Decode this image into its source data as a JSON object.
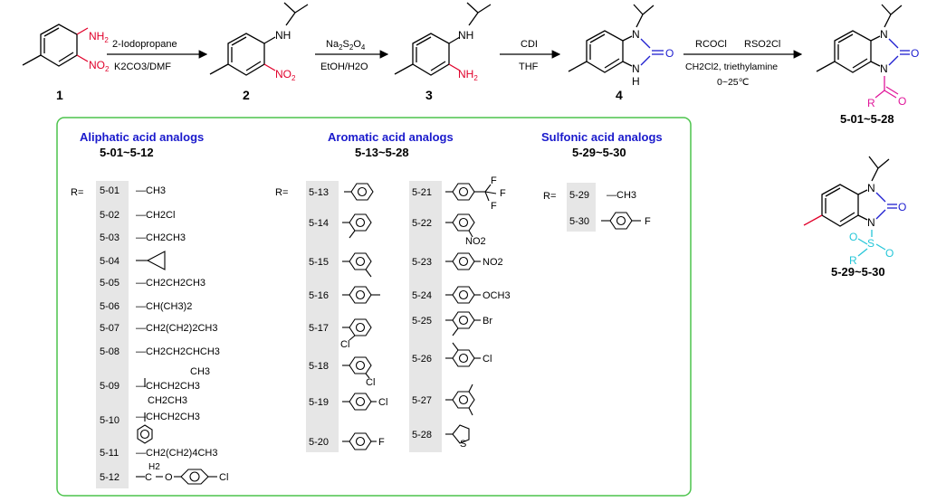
{
  "scheme": {
    "compounds": {
      "c1": "1",
      "c2": "2",
      "c3": "3",
      "c4": "4",
      "c5": "5-01~5-28",
      "c6": "5-29~5-30"
    },
    "atoms": {
      "nh2": "NH",
      "nh2_sub": "2",
      "no2": "NO",
      "no2_sub": "2",
      "nh": "NH",
      "n": "N",
      "h": "H",
      "o": "O",
      "r": "R",
      "s": "S"
    },
    "reagents": {
      "step1_top": "2-Iodopropane",
      "step1_bottom": "K2CO3/DMF",
      "step2_top_a": "Na",
      "step2_top_b": "2",
      "step2_top_c": "S",
      "step2_top_d": "2",
      "step2_top_e": "O",
      "step2_top_f": "4",
      "step2_bottom": "EtOH/H2O",
      "step3_top": "CDI",
      "step3_bottom": "THF",
      "step4_top_a": "RCOCl",
      "step4_top_b": "RSO2Cl",
      "step4_mid": "CH2Cl2, triethylamine",
      "step4_bottom": "0~25℃"
    }
  },
  "panel": {
    "aliphatic": {
      "title": "Aliphatic acid analogs",
      "range": "5-01~5-12",
      "r_label": "R=",
      "items": [
        {
          "id": "5-01",
          "group": "—CH3"
        },
        {
          "id": "5-02",
          "group": "—CH2Cl"
        },
        {
          "id": "5-03",
          "group": "—CH2CH3"
        },
        {
          "id": "5-04",
          "group": "cyclopropyl"
        },
        {
          "id": "5-05",
          "group": "—CH2CH2CH3"
        },
        {
          "id": "5-06",
          "group": "—CH(CH3)2"
        },
        {
          "id": "5-07",
          "group": "—CH2(CH2)2CH3"
        },
        {
          "id": "5-08",
          "group": "—CH2CH2CHCH3",
          "extra": "CH3"
        },
        {
          "id": "5-09",
          "group": "—CHCH2CH3",
          "extra": "CH2CH3"
        },
        {
          "id": "5-10",
          "group": "—CHCH2CH3",
          "extra": "phenyl"
        },
        {
          "id": "5-11",
          "group": "—CH2(CH2)4CH3"
        },
        {
          "id": "5-12",
          "group_a": "H2",
          "group_b": "C",
          "group_c": "O",
          "group_d": "Cl"
        }
      ]
    },
    "aromatic": {
      "title": "Aromatic acid analogs",
      "range": "5-13~5-28",
      "r_label": "R=",
      "left_items": [
        {
          "id": "5-13",
          "sub": ""
        },
        {
          "id": "5-14",
          "sub": ""
        },
        {
          "id": "5-15",
          "sub": ""
        },
        {
          "id": "5-16",
          "sub": ""
        },
        {
          "id": "5-17",
          "sub": "Cl"
        },
        {
          "id": "5-18",
          "sub": "Cl"
        },
        {
          "id": "5-19",
          "sub": "Cl"
        },
        {
          "id": "5-20",
          "sub": "F"
        }
      ],
      "right_items": [
        {
          "id": "5-21",
          "sub": "F"
        },
        {
          "id": "5-22",
          "sub": "NO2"
        },
        {
          "id": "5-23",
          "sub": "NO2"
        },
        {
          "id": "5-24",
          "sub": "OCH3"
        },
        {
          "id": "5-25",
          "sub": "Br"
        },
        {
          "id": "5-26",
          "sub": "Cl"
        },
        {
          "id": "5-27",
          "sub": ""
        },
        {
          "id": "5-28",
          "sub": "S"
        }
      ]
    },
    "sulfonic": {
      "title": "Sulfonic acid analogs",
      "range": "5-29~5-30",
      "r_label": "R=",
      "items": [
        {
          "id": "5-29",
          "group": "—CH3"
        },
        {
          "id": "5-30",
          "group": "F"
        }
      ]
    }
  }
}
